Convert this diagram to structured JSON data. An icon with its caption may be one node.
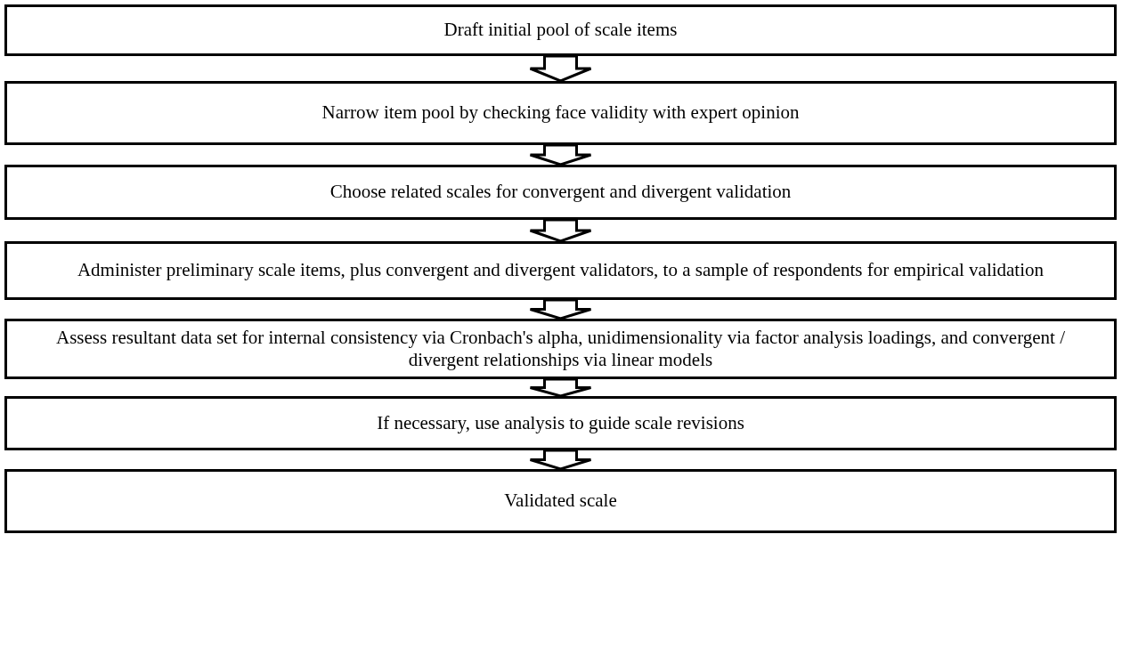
{
  "diagram": {
    "nodes": [
      {
        "text": [
          "Draft initial pool of scale items"
        ]
      },
      {
        "text": [
          "Narrow item pool by checking face validity with expert opinion"
        ]
      },
      {
        "text": [
          "Choose related scales for convergent and divergent validation"
        ]
      },
      {
        "text": [
          "Administer preliminary scale items, plus convergent and divergent validators, to a sample of respondents for empirical validation"
        ]
      },
      {
        "text": [
          "Assess resultant data set for internal consistency via Cronbach's alpha, unidimensionality via factor analysis loadings, and convergent / divergent relationships via linear models"
        ]
      },
      {
        "text": [
          "If necessary, use analysis to guide scale revisions"
        ]
      },
      {
        "text": [
          "Validated scale"
        ]
      }
    ],
    "edges": [
      {
        "from": 0,
        "to": 1,
        "arrow": "to"
      },
      {
        "from": 1,
        "to": 2,
        "arrow": "to"
      },
      {
        "from": 2,
        "to": 3,
        "arrow": "to"
      },
      {
        "from": 3,
        "to": 4,
        "arrow": "to"
      },
      {
        "from": 4,
        "to": 5,
        "arrow": "to"
      },
      {
        "from": 5,
        "to": 6,
        "arrow": "to"
      }
    ]
  }
}
